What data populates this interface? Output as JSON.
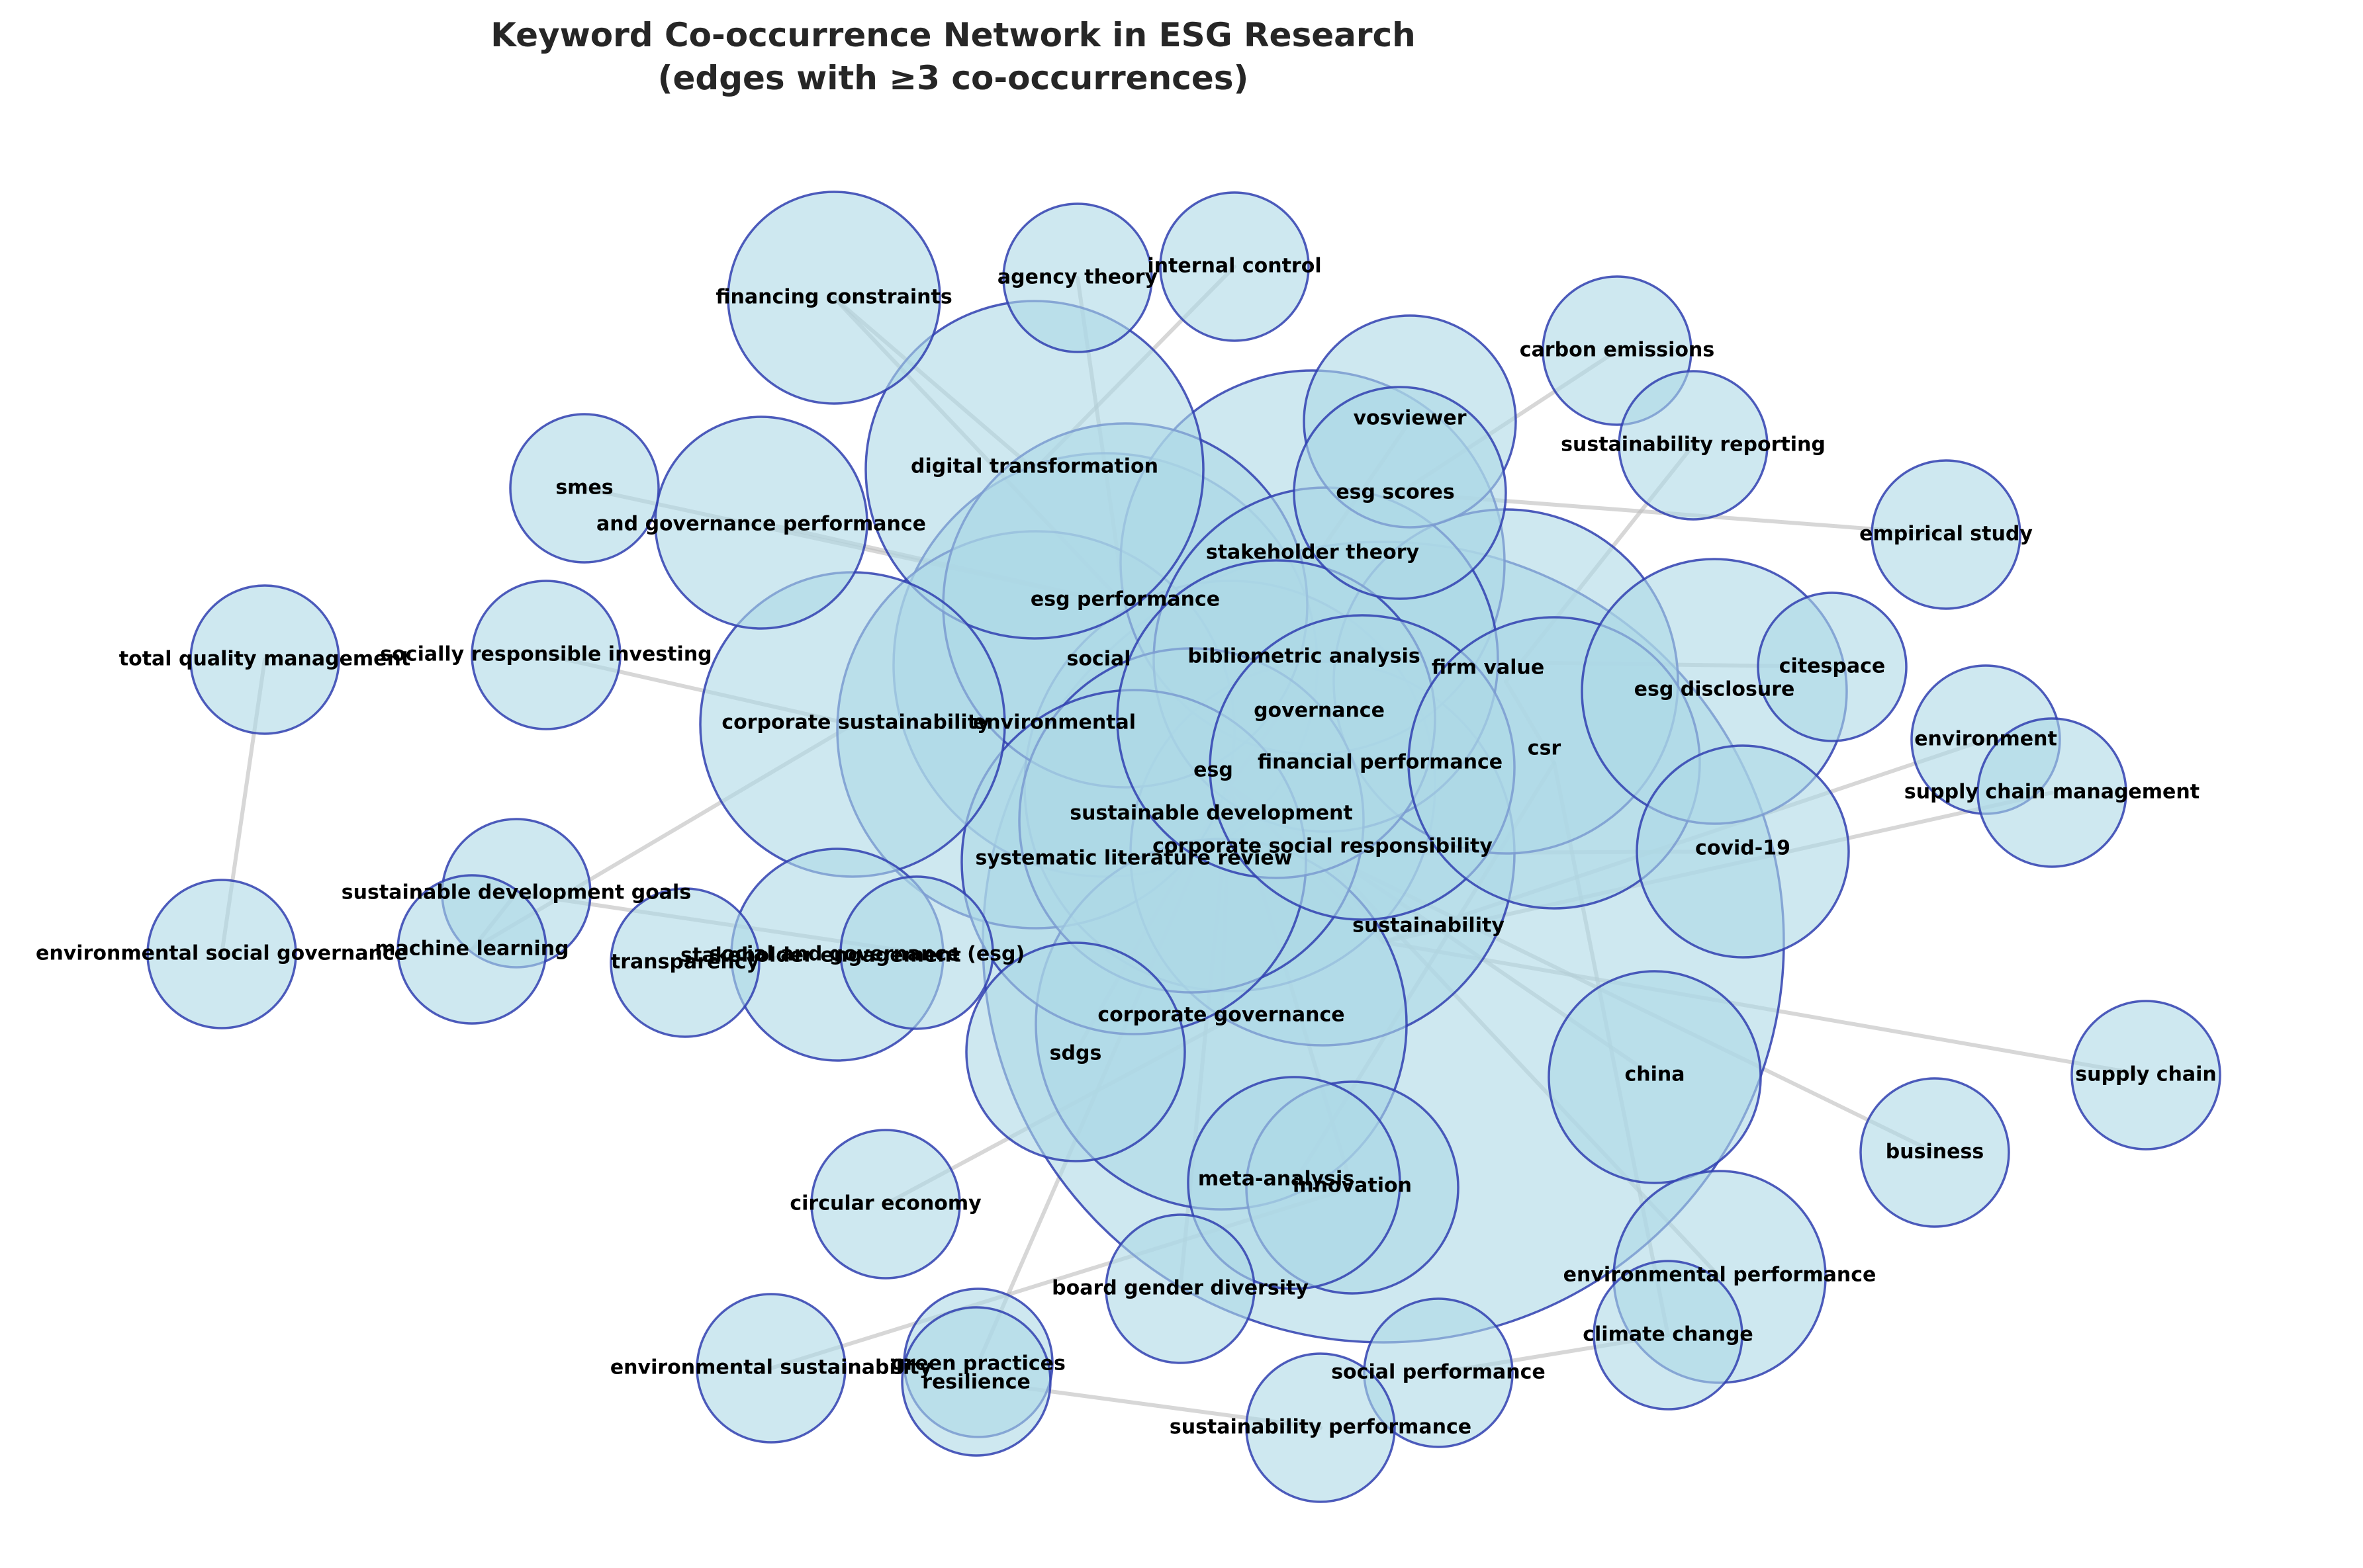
{
  "title": {
    "line1": "Keyword Co-occurrence Network in ESG Research",
    "line2": "(edges with ≥3 co-occurrences)"
  },
  "colors": {
    "node_fill": "#add8e6",
    "node_edge": "#303fb0",
    "edge": "#bdbdbd",
    "title": "#262626"
  },
  "nodes": [
    {
      "id": "sustainability",
      "label": "sustainability"
    },
    {
      "id": "corporate_social_responsibility",
      "label": "corporate social responsibility"
    },
    {
      "id": "csr",
      "label": "csr"
    },
    {
      "id": "esg",
      "label": "esg"
    },
    {
      "id": "stakeholder_theory",
      "label": "stakeholder theory"
    },
    {
      "id": "governance",
      "label": "governance"
    },
    {
      "id": "environmental",
      "label": "environmental"
    },
    {
      "id": "social",
      "label": "social"
    },
    {
      "id": "esg_performance",
      "label": "esg performance"
    },
    {
      "id": "firm_value",
      "label": "firm value"
    },
    {
      "id": "bibliometric_analysis",
      "label": "bibliometric analysis"
    },
    {
      "id": "financial_performance",
      "label": "financial performance"
    },
    {
      "id": "sustainable_development",
      "label": "sustainable development"
    },
    {
      "id": "systematic_literature_review",
      "label": "systematic literature review"
    },
    {
      "id": "corporate_governance",
      "label": "corporate governance"
    },
    {
      "id": "digital_transformation",
      "label": "digital transformation"
    },
    {
      "id": "corporate_sustainability",
      "label": "corporate sustainability"
    },
    {
      "id": "esg_disclosure",
      "label": "esg disclosure"
    },
    {
      "id": "covid_19",
      "label": "covid-19"
    },
    {
      "id": "china",
      "label": "china"
    },
    {
      "id": "sdgs",
      "label": "sdgs"
    },
    {
      "id": "financing_constraints",
      "label": "financing constraints"
    },
    {
      "id": "and_governance_performance",
      "label": "and governance performance"
    },
    {
      "id": "vosviewer",
      "label": "vosviewer"
    },
    {
      "id": "esg_scores",
      "label": "esg scores"
    },
    {
      "id": "environmental_performance",
      "label": "environmental performance"
    },
    {
      "id": "innovation",
      "label": "innovation"
    },
    {
      "id": "meta_analysis",
      "label": "meta-analysis"
    },
    {
      "id": "social_and_governance_esg",
      "label": "social and governance (esg)"
    },
    {
      "id": "stakeholder_engagement",
      "label": "stakeholder engagement"
    },
    {
      "id": "agency_theory",
      "label": "agency theory"
    },
    {
      "id": "internal_control",
      "label": "internal control"
    },
    {
      "id": "carbon_emissions",
      "label": "carbon emissions"
    },
    {
      "id": "sustainability_reporting",
      "label": "sustainability reporting"
    },
    {
      "id": "empirical_study",
      "label": "empirical study"
    },
    {
      "id": "citespace",
      "label": "citespace"
    },
    {
      "id": "environment",
      "label": "environment"
    },
    {
      "id": "supply_chain_management",
      "label": "supply chain management"
    },
    {
      "id": "supply_chain",
      "label": "supply chain"
    },
    {
      "id": "business",
      "label": "business"
    },
    {
      "id": "climate_change",
      "label": "climate change"
    },
    {
      "id": "social_performance",
      "label": "social performance"
    },
    {
      "id": "sustainability_performance",
      "label": "sustainability performance"
    },
    {
      "id": "board_gender_diversity",
      "label": "board gender diversity"
    },
    {
      "id": "circular_economy",
      "label": "circular economy"
    },
    {
      "id": "environmental_sustainability",
      "label": "environmental sustainability"
    },
    {
      "id": "green_practices",
      "label": "green practices"
    },
    {
      "id": "resilience",
      "label": "resilience"
    },
    {
      "id": "smes",
      "label": "smes"
    },
    {
      "id": "socially_responsible_investing",
      "label": "socially responsible investing"
    },
    {
      "id": "total_quality_management",
      "label": "total quality management"
    },
    {
      "id": "environmental_social_governance",
      "label": "environmental social governance"
    },
    {
      "id": "sustainable_development_goals",
      "label": "sustainable development goals"
    },
    {
      "id": "machine_learning",
      "label": "machine learning"
    },
    {
      "id": "transparency",
      "label": "transparency"
    }
  ],
  "edges": [
    [
      "total_quality_management",
      "environmental_social_governance"
    ],
    [
      "socially_responsible_investing",
      "corporate_sustainability"
    ],
    [
      "machine_learning",
      "corporate_sustainability"
    ],
    [
      "machine_learning",
      "sustainable_development_goals"
    ],
    [
      "sustainable_development_goals",
      "stakeholder_engagement"
    ],
    [
      "transparency",
      "social_and_governance_esg"
    ],
    [
      "smes",
      "esg_performance"
    ],
    [
      "and_governance_performance",
      "esg_performance"
    ],
    [
      "financing_constraints",
      "digital_transformation"
    ],
    [
      "financing_constraints",
      "esg_performance"
    ],
    [
      "agency_theory",
      "esg_performance"
    ],
    [
      "internal_control",
      "digital_transformation"
    ],
    [
      "carbon_emissions",
      "esg_scores"
    ],
    [
      "sustainability_reporting",
      "firm_value"
    ],
    [
      "empirical_study",
      "esg_scores"
    ],
    [
      "citespace",
      "bibliometric_analysis"
    ],
    [
      "environment",
      "sustainability"
    ],
    [
      "supply_chain_management",
      "sustainability"
    ],
    [
      "supply_chain",
      "sustainability"
    ],
    [
      "business",
      "corporate_social_responsibility"
    ],
    [
      "environmental_performance",
      "corporate_social_responsibility"
    ],
    [
      "climate_change",
      "social_performance"
    ],
    [
      "climate_change",
      "csr"
    ],
    [
      "sustainability_performance",
      "resilience"
    ],
    [
      "board_gender_diversity",
      "esg"
    ],
    [
      "circular_economy",
      "corporate_governance"
    ],
    [
      "environmental_sustainability",
      "innovation"
    ],
    [
      "green_practices",
      "esg"
    ],
    [
      "china",
      "esg"
    ],
    [
      "covid_19",
      "corporate_social_responsibility"
    ],
    [
      "sdgs",
      "esg"
    ],
    [
      "meta_analysis",
      "csr"
    ],
    [
      "innovation",
      "esg"
    ],
    [
      "esg",
      "sustainability"
    ],
    [
      "esg",
      "governance"
    ],
    [
      "esg",
      "corporate_governance"
    ],
    [
      "sustainability",
      "corporate_social_responsibility"
    ],
    [
      "csr",
      "firm_value"
    ],
    [
      "environmental",
      "social"
    ],
    [
      "vosviewer",
      "stakeholder_theory"
    ]
  ]
}
